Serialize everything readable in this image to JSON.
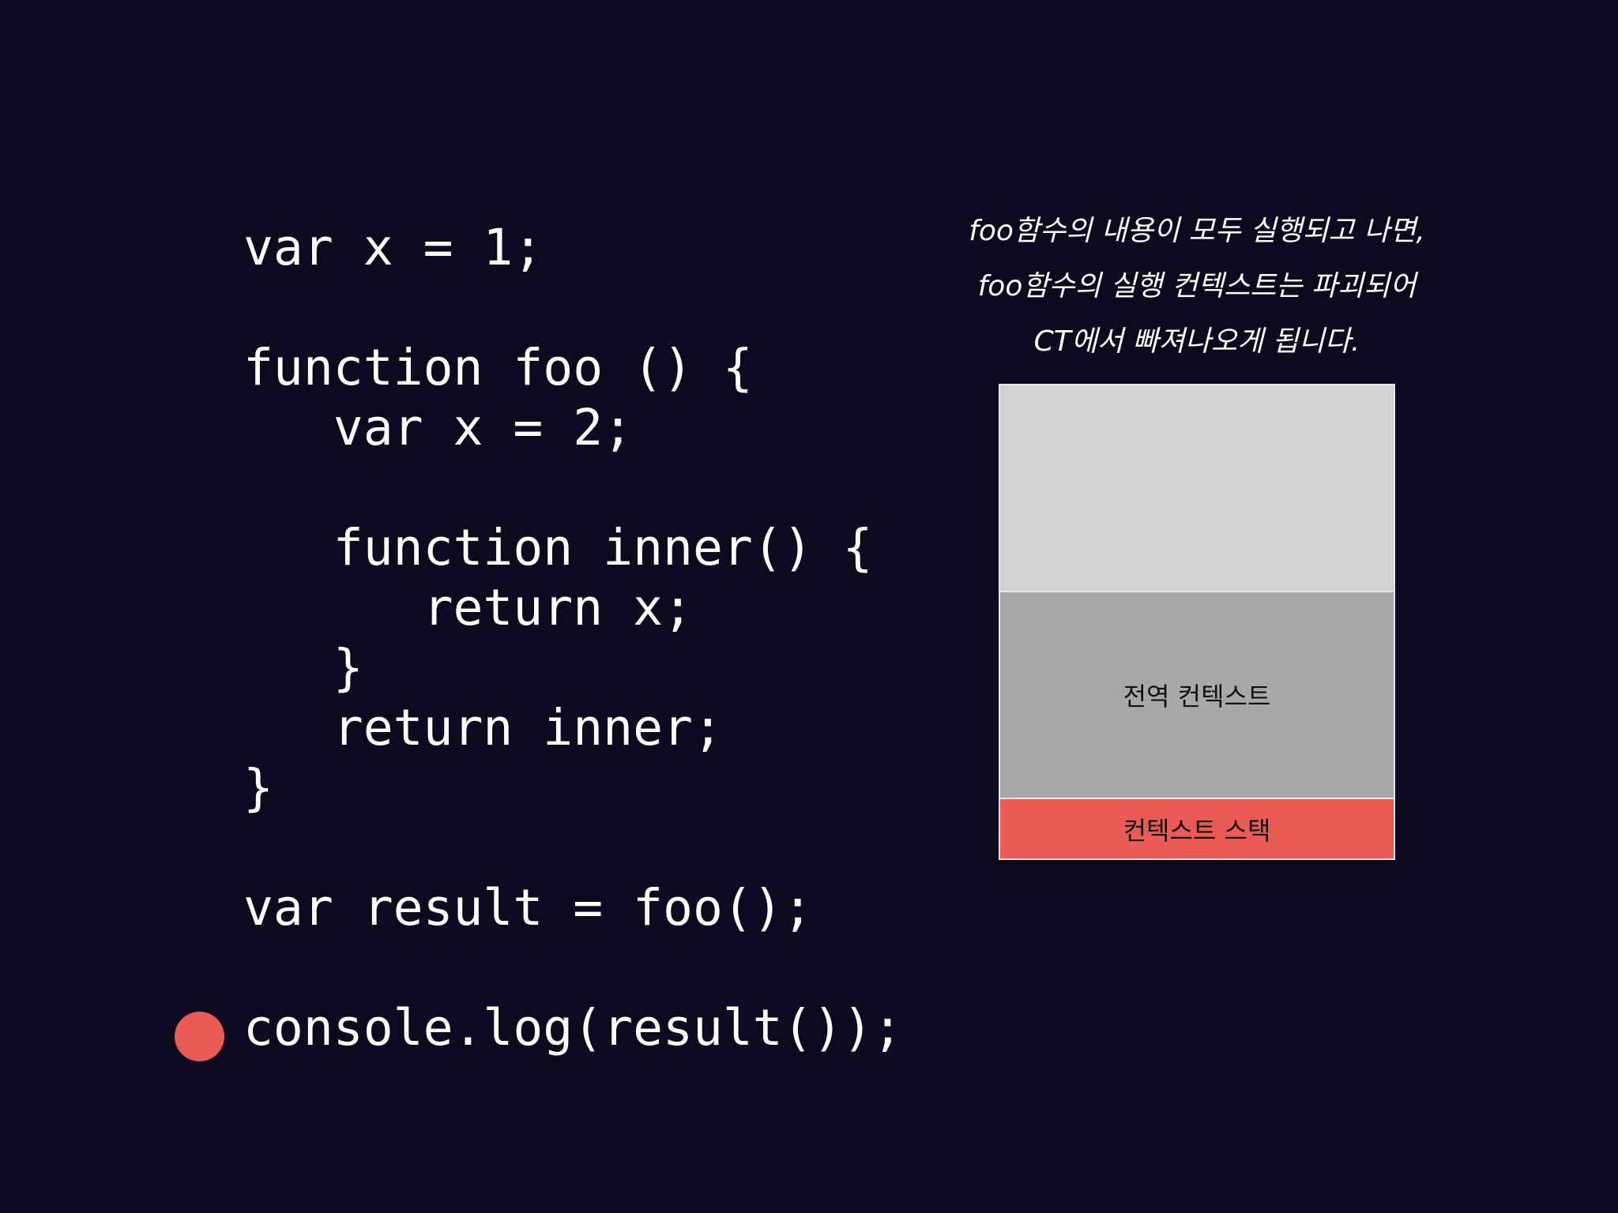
{
  "code": {
    "lines": [
      "var x = 1;",
      "",
      "function foo () {",
      "   var x = 2;",
      "",
      "   function inner() {",
      "      return x;",
      "   }",
      "   return inner;",
      "}",
      "",
      "var result = foo();",
      "",
      "console.log(result());"
    ],
    "breakpoint_line": "console.log(result());"
  },
  "caption": {
    "line1": "foo함수의 내용이 모두 실행되고 나면,",
    "line2": "foo함수의 실행 컨텍스트는 파괴되어",
    "line3": "CT에서 빠져나오게 됩니다."
  },
  "stack": {
    "global_label": "전역 컨텍스트",
    "base_label": "컨텍스트 스택"
  },
  "colors": {
    "background": "#0c0a20",
    "breakpoint": "#ea5b54",
    "empty_slot": "#d2d2d3",
    "global_slot": "#a7a8a9",
    "base_slot": "#ea5b54"
  }
}
